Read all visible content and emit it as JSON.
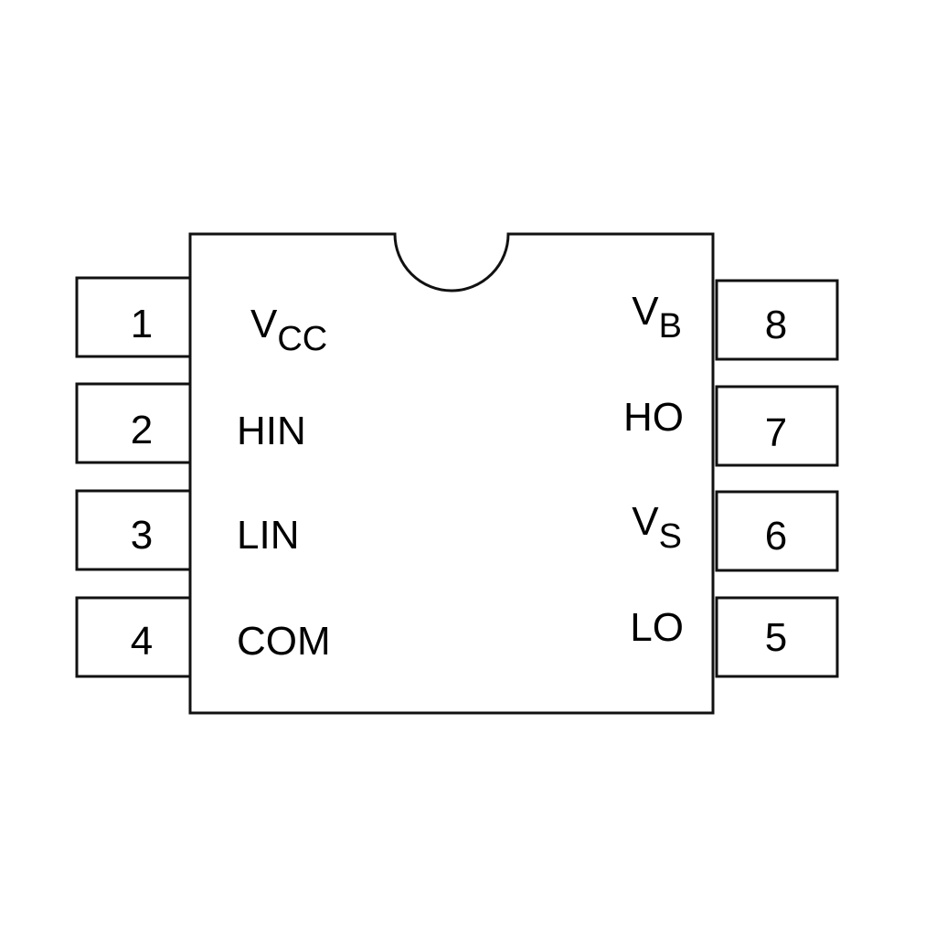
{
  "diagram": {
    "type": "ic-pinout",
    "package": "DIP-8",
    "left_pins": [
      {
        "number": "1",
        "name_main": "V",
        "name_sub": "CC"
      },
      {
        "number": "2",
        "name_main": "HIN",
        "name_sub": ""
      },
      {
        "number": "3",
        "name_main": "LIN",
        "name_sub": ""
      },
      {
        "number": "4",
        "name_main": "COM",
        "name_sub": ""
      }
    ],
    "right_pins": [
      {
        "number": "8",
        "name_main": "V",
        "name_sub": "B"
      },
      {
        "number": "7",
        "name_main": "HO",
        "name_sub": ""
      },
      {
        "number": "6",
        "name_main": "V",
        "name_sub": "S"
      },
      {
        "number": "5",
        "name_main": "LO",
        "name_sub": ""
      }
    ]
  }
}
